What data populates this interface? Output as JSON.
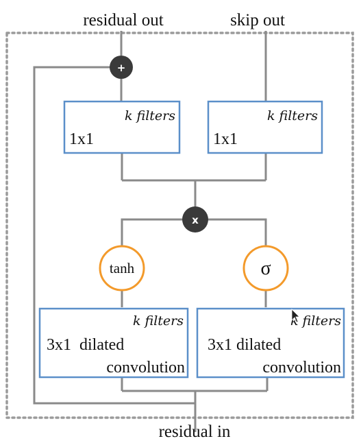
{
  "labels": {
    "residual_out": "residual out",
    "skip_out": "skip out",
    "residual_in": "residual in"
  },
  "operators": {
    "add": "+",
    "multiply": "x"
  },
  "activations": {
    "tanh": "tanh",
    "sigmoid": "σ"
  },
  "boxes": {
    "residual_1x1": {
      "filters": "k filters",
      "op": "1x1"
    },
    "skip_1x1": {
      "filters": "k filters",
      "op": "1x1"
    },
    "dilated_left": {
      "filters": "k filters",
      "op_line1": "3x1  dilated",
      "op_line2": "convolution"
    },
    "dilated_right": {
      "filters": "k filters",
      "op_line1": "3x1 dilated",
      "op_line2": "convolution"
    }
  },
  "colors": {
    "box_border": "#5b8fc9",
    "activation_border": "#f39a2b",
    "operator_fill": "#3a3a3a",
    "wire": "#8a8a8a"
  }
}
